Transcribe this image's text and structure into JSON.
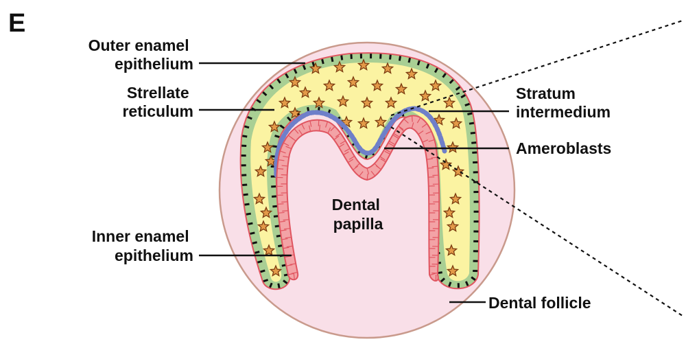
{
  "panel_letter": "E",
  "labels": {
    "outer_enamel_epithelium": [
      "Outer enamel",
      "epithelium"
    ],
    "strellate_reticulum": [
      "Strellate",
      "reticulum"
    ],
    "inner_enamel_epithelium": [
      "Inner enamel",
      "epithelium"
    ],
    "stratum_intermedium": [
      "Stratum",
      "intermedium"
    ],
    "ameroblasts": "Ameroblasts",
    "dental_papilla": [
      "Dental",
      "papilla"
    ],
    "dental_follicle": "Dental follicle"
  },
  "colors": {
    "follicle_fill": "#f9dfe8",
    "follicle_stroke": "#c99a8c",
    "outer_epithelium_green": "#a9cf94",
    "reticulum_yellow": "#fbf3a2",
    "star_fill": "#e39a48",
    "star_stroke": "#7a3a10",
    "inner_epithelium_red": "#f3a3a6",
    "ameloblast_stroke": "#e05560",
    "stratum_blue": "#6f7fc9",
    "line": "#111111"
  }
}
